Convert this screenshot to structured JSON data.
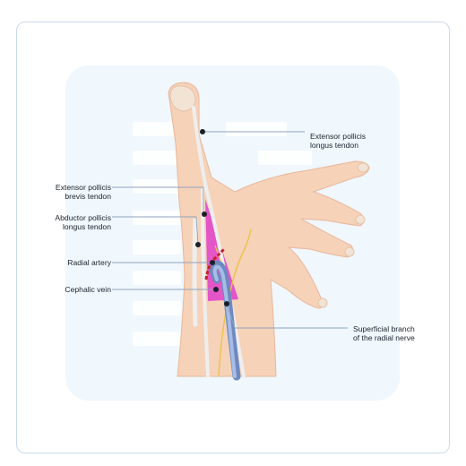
{
  "labels": {
    "epl": "Extensor pollicis\nlongus tendon",
    "epb": "Extensor pollicis\nbrevis tendon",
    "apl": "Abductor pollicis\nlongus tendon",
    "radial_artery": "Radial artery",
    "cephalic_vein": "Cephalic vein",
    "superficial_branch": "Superficial branch\nof the radial nerve"
  },
  "colors": {
    "skin": "#f6d2b8",
    "skin_outline": "#e8b79b",
    "snuffbox": "#e455c8",
    "artery": "#c2222b",
    "vein": "#8aa4d6",
    "tendon": "#eeeeee",
    "nerve": "#e8c34a",
    "leader": "#8ea4bf",
    "panel": "#f0f7fd"
  }
}
